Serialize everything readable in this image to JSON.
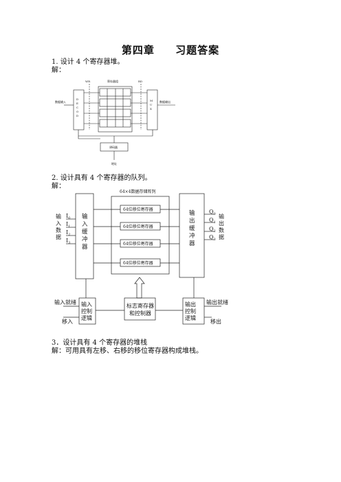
{
  "title": {
    "chapter": "第四章",
    "subject": "习题答案"
  },
  "q1": {
    "question": "1. 设计 4 个寄存器堆。",
    "answer_label": "解：",
    "fig": {
      "wr_label": "WR",
      "rd_label": "RD",
      "array_label": "寄存器组",
      "data_in": "数据输入",
      "data_out": "数据输出",
      "mux_left": [
        "D",
        "E",
        "C",
        "O",
        "D"
      ],
      "mux_right": [
        "M",
        "U",
        "X"
      ],
      "decoder_label": "译码器",
      "address_label": "地址"
    }
  },
  "q2": {
    "question": "2. 设计具有 4 个寄存器的队列。",
    "answer_label": "解：",
    "fig": {
      "array_title": "64×4数据存储阵列",
      "input_data_label": [
        "输",
        "入",
        "数",
        "据"
      ],
      "inputs": [
        {
          "main": "I",
          "sub": "0"
        },
        {
          "main": "I",
          "sub": "1"
        },
        {
          "main": "I",
          "sub": "2"
        },
        {
          "main": "I",
          "sub": "3"
        }
      ],
      "input_buffer": [
        "输",
        "入",
        "缓",
        "冲",
        "器"
      ],
      "shift_regs": [
        "64位移位寄存器",
        "64位移位寄存器",
        "64位移位寄存器",
        "64位移位寄存器"
      ],
      "output_buffer": [
        "输",
        "出",
        "缓",
        "冲",
        "器"
      ],
      "outputs": [
        {
          "main": "Q",
          "sub": "0"
        },
        {
          "main": "Q",
          "sub": "1"
        },
        {
          "main": "Q",
          "sub": "2"
        },
        {
          "main": "Q",
          "sub": "3"
        }
      ],
      "output_data_label": [
        "输",
        "出",
        "数",
        "据"
      ],
      "input_ready": "输入就绪",
      "shift_in": "移入",
      "input_logic": [
        "输入",
        "控制",
        "逻辑"
      ],
      "flag_ctrl": [
        "标志寄存器",
        "和控制器"
      ],
      "output_logic": [
        "输出",
        "控制",
        "逻辑"
      ],
      "output_ready": "输出就绪",
      "shift_out": "移出"
    }
  },
  "q3": {
    "question": "3．设计具有 4 个寄存器的堆栈",
    "answer": "解：可用具有左移、右移的移位寄存器构成堆栈。"
  }
}
